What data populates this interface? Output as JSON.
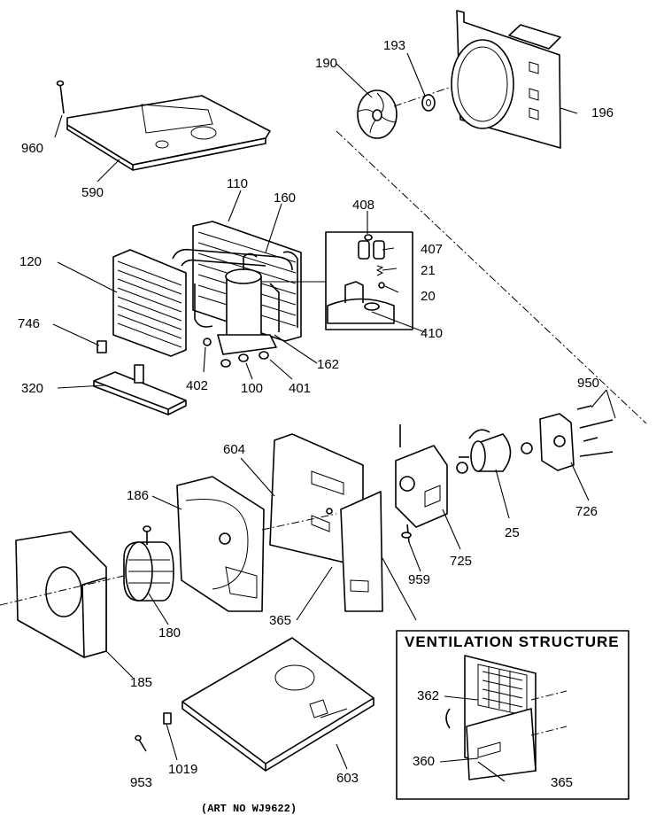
{
  "diagram": {
    "caption": "(ART NO WJ9622)",
    "inset_title": "VENTILATION STRUCTURE",
    "parts": {
      "p960": "960",
      "p590": "590",
      "p190": "190",
      "p193": "193",
      "p196": "196",
      "p110": "110",
      "p160": "160",
      "p120": "120",
      "p408": "408",
      "p407": "407",
      "p21": "21",
      "p20": "20",
      "p410": "410",
      "p746": "746",
      "p162": "162",
      "p320": "320",
      "p402": "402",
      "p100": "100",
      "p401": "401",
      "p950": "950",
      "p604": "604",
      "p186": "186",
      "p726": "726",
      "p25": "25",
      "p725": "725",
      "p959": "959",
      "p365": "365",
      "p180": "180",
      "p185": "185",
      "p362": "362",
      "p360": "360",
      "p365b": "365",
      "p953": "953",
      "p1019": "1019",
      "p603": "603"
    }
  }
}
